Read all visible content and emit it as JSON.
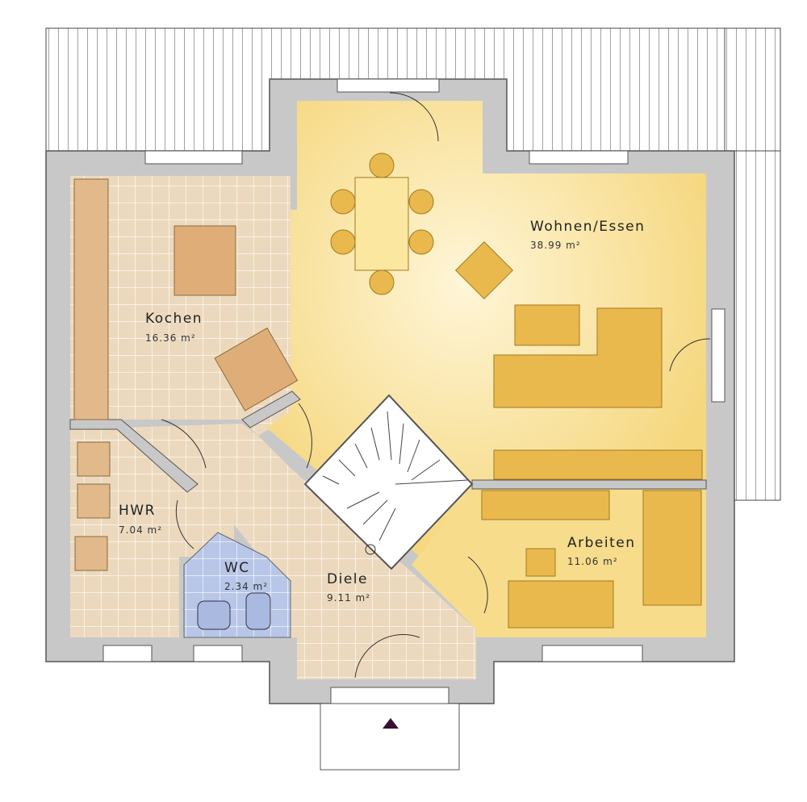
{
  "rooms": [
    {
      "id": "wohnen",
      "name": "Wohnen/Essen",
      "area": "38.99 m²"
    },
    {
      "id": "kochen",
      "name": "Kochen",
      "area": "16.36 m²"
    },
    {
      "id": "hwr",
      "name": "HWR",
      "area": "7.04 m²"
    },
    {
      "id": "wc",
      "name": "WC",
      "area": "2.34 m²"
    },
    {
      "id": "diele",
      "name": "Diele",
      "area": "9.11 m²"
    },
    {
      "id": "arbeiten",
      "name": "Arbeiten",
      "area": "11.06 m²"
    }
  ],
  "colors": {
    "wall": "#c8c8c8",
    "wall_edge": "#555555",
    "living": "#f7dc8c",
    "tile": "#ecd9bd",
    "wc": "#b5c4e6",
    "furniture": "#e8b84a",
    "entrance_arrow": "#3a1030"
  }
}
